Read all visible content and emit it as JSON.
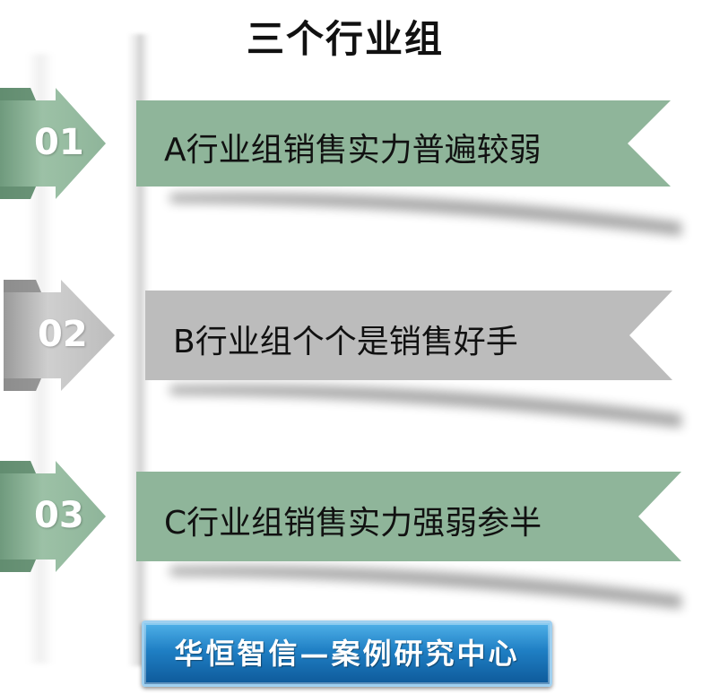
{
  "title": "三个行业组",
  "items": [
    {
      "number": "01",
      "text": "A行业组销售实力普遍较弱",
      "color": "#8fb59a"
    },
    {
      "number": "02",
      "text": "B行业组个个是销售好手",
      "color": "#bcbcbc"
    },
    {
      "number": "03",
      "text": "C行业组销售实力强弱参半",
      "color": "#8fb59a"
    }
  ],
  "brand": {
    "text": "华恒智信—案例研究中心"
  }
}
